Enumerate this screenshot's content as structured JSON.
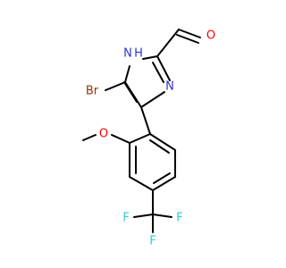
{
  "molecule": {
    "atom_labels": {
      "nh": "H",
      "n_ring": "N",
      "n_h_n": "N",
      "br": "Br",
      "o_aldehyde": "O",
      "o_methoxy": "O",
      "f_left": "F",
      "f_right": "F",
      "f_bottom": "F"
    },
    "colors": {
      "bond": "#000000",
      "nitrogen": "#3333cc",
      "oxygen": "#ff0000",
      "bromine": "#993300",
      "fluorine": "#33cccc"
    }
  }
}
